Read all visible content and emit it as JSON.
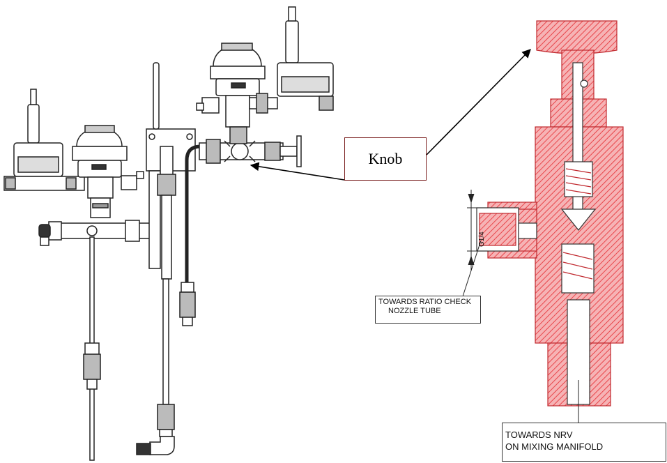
{
  "callout": {
    "label": "Knob"
  },
  "labels": {
    "thread_size": "G1/4",
    "ratio_check_line1": "TOWARDS RATIO CHECK",
    "ratio_check_line2": "NOZZLE TUBE",
    "nrv_line1": "TOWARDS NRV",
    "nrv_line2": "ON MIXING MANIFOLD"
  },
  "colors": {
    "section_hatch": "#e8454a",
    "section_fill": "#f6b3b5",
    "line": "#222222",
    "callout_border": "#7a1f1f"
  }
}
